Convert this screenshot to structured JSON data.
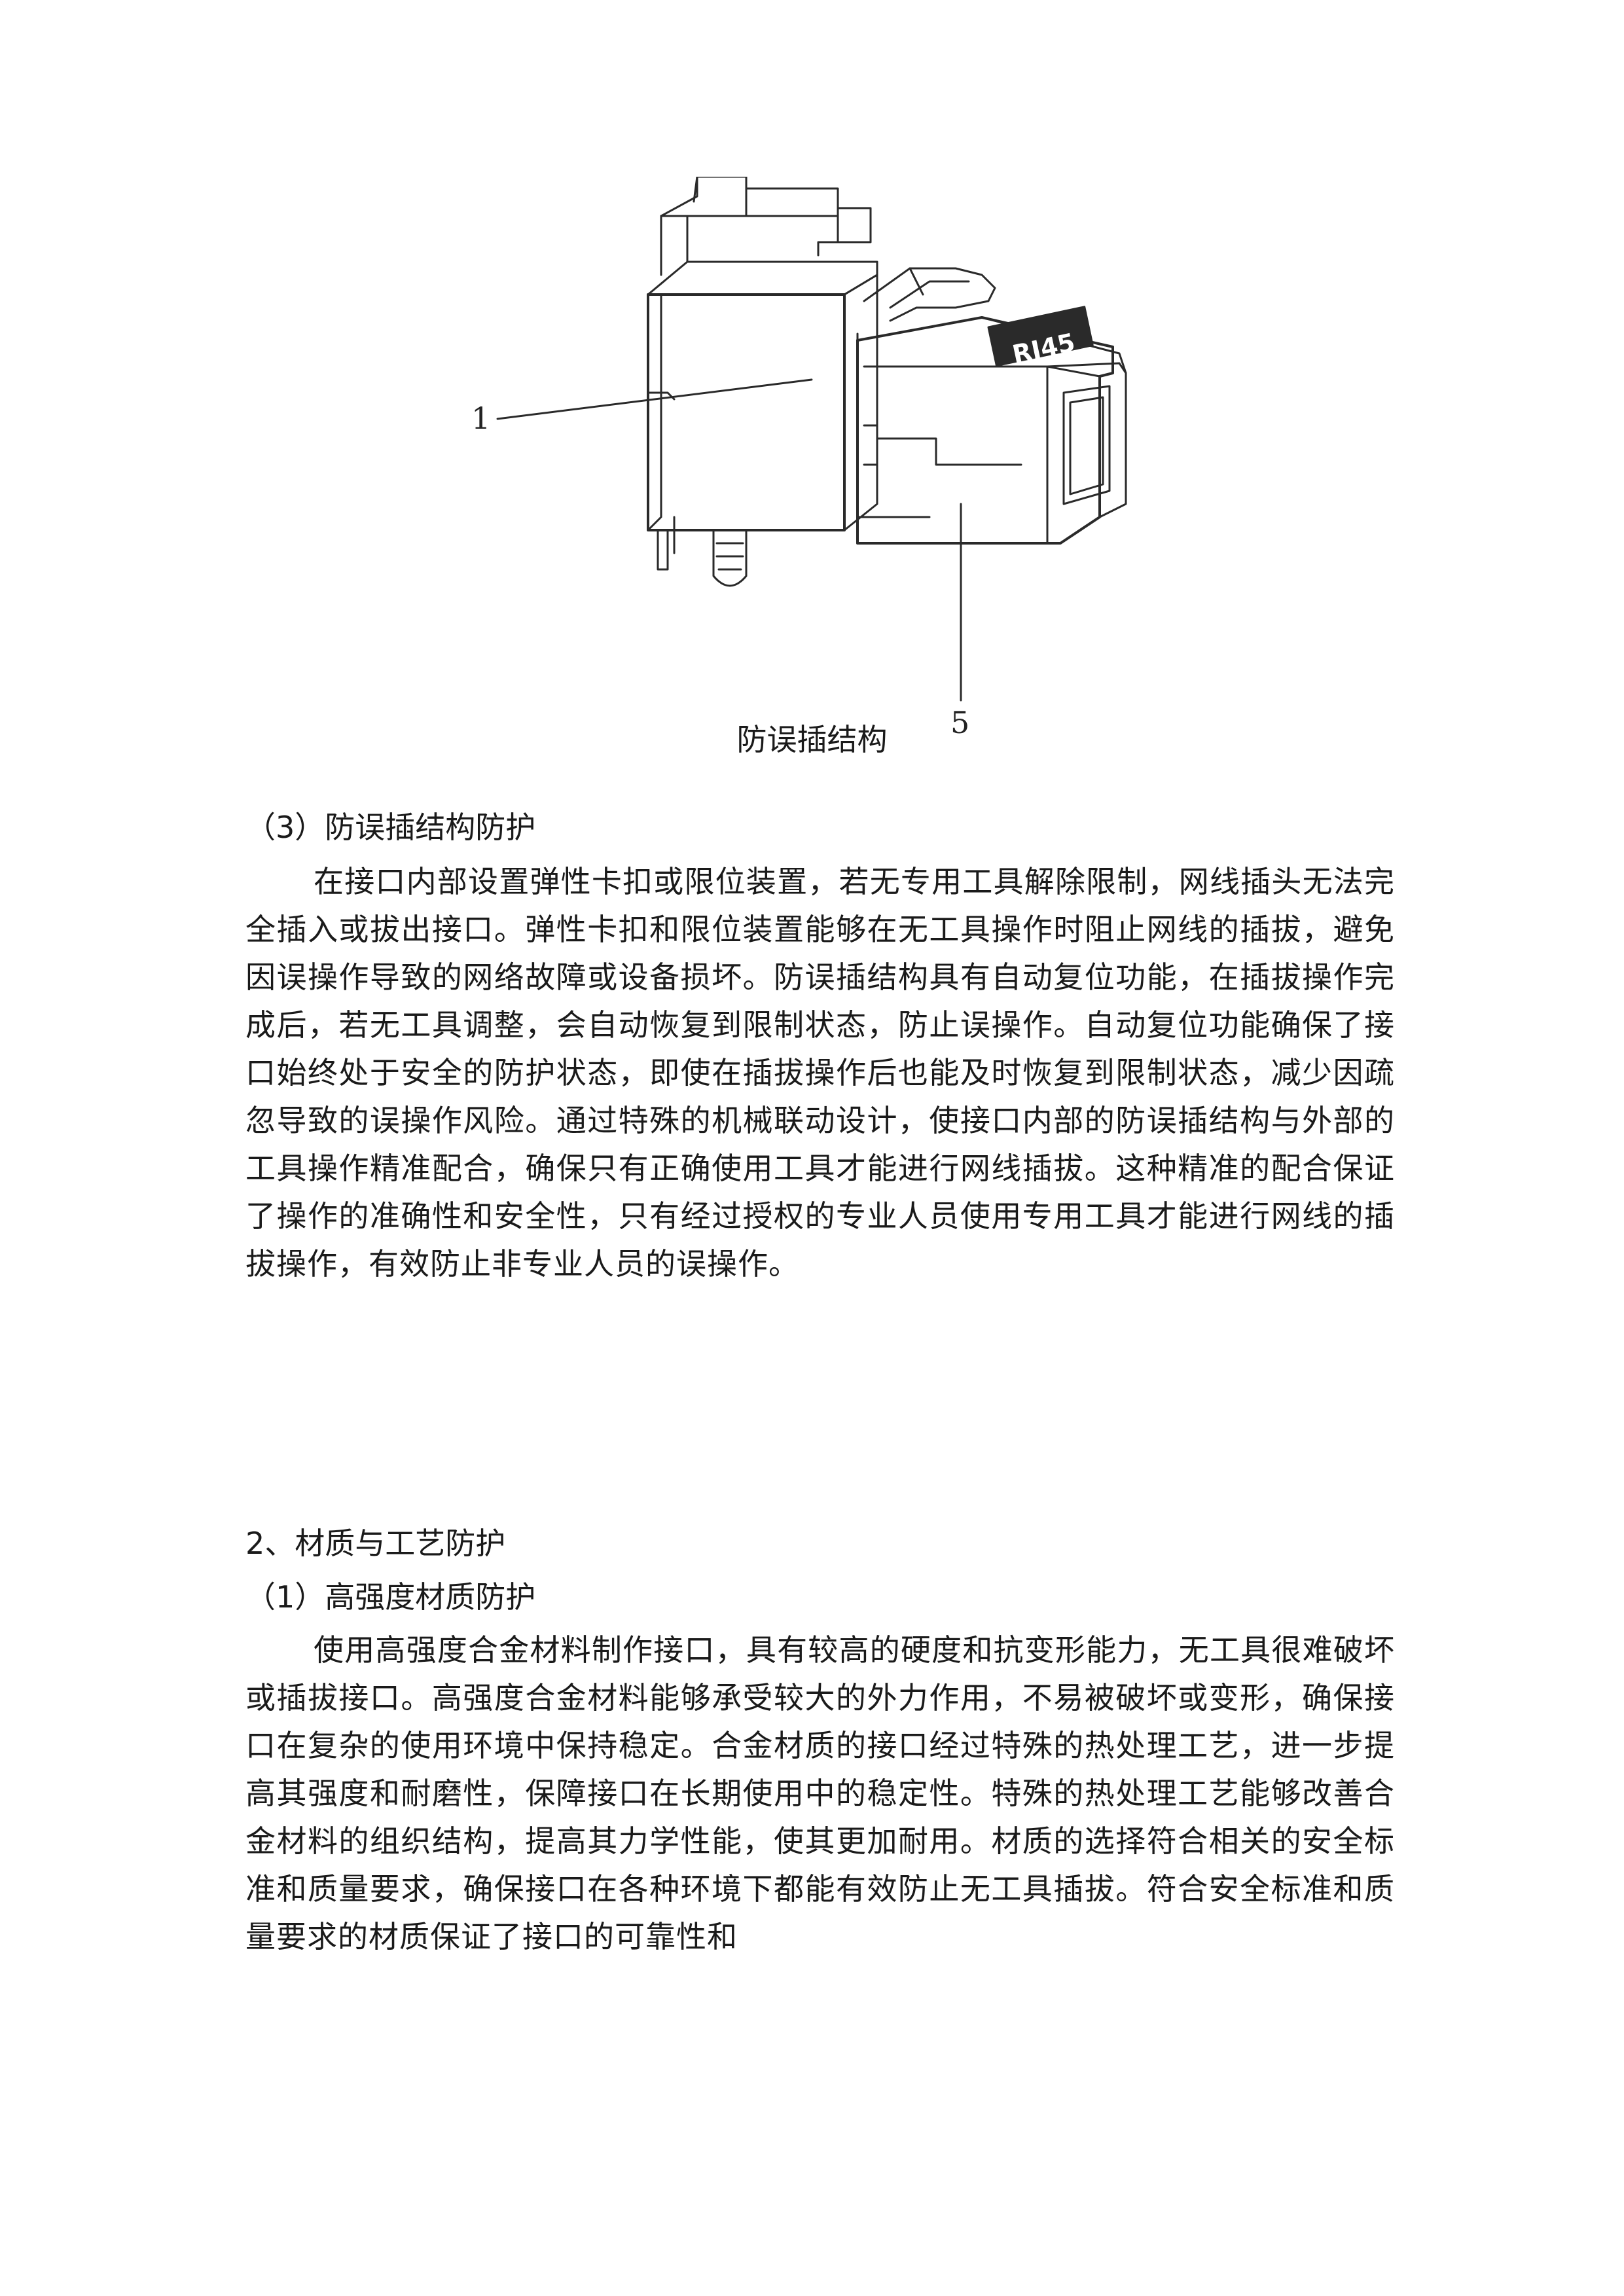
{
  "figure": {
    "caption": "防误插结构",
    "callouts": [
      "1",
      "5"
    ],
    "connector_label": "RJ45"
  },
  "section_3": {
    "heading": "（3）防误插结构防护",
    "paragraph": "在接口内部设置弹性卡扣或限位装置，若无专用工具解除限制，网线插头无法完全插入或拔出接口。弹性卡扣和限位装置能够在无工具操作时阻止网线的插拔，避免因误操作导致的网络故障或设备损坏。防误插结构具有自动复位功能，在插拔操作完成后，若无工具调整，会自动恢复到限制状态，防止误操作。自动复位功能确保了接口始终处于安全的防护状态，即使在插拔操作后也能及时恢复到限制状态，减少因疏忽导致的误操作风险。通过特殊的机械联动设计，使接口内部的防误插结构与外部的工具操作精准配合，确保只有正确使用工具才能进行网线插拔。这种精准的配合保证了操作的准确性和安全性，只有经过授权的专业人员使用专用工具才能进行网线的插拔操作，有效防止非专业人员的误操作。"
  },
  "section_2": {
    "heading": "2、材质与工艺防护",
    "sub_heading": "（1）高强度材质防护",
    "paragraph": "使用高强度合金材料制作接口，具有较高的硬度和抗变形能力，无工具很难破坏或插拔接口。高强度合金材料能够承受较大的外力作用，不易被破坏或变形，确保接口在复杂的使用环境中保持稳定。合金材质的接口经过特殊的热处理工艺，进一步提高其强度和耐磨性，保障接口在长期使用中的稳定性。特殊的热处理工艺能够改善合金材料的组织结构，提高其力学性能，使其更加耐用。材质的选择符合相关的安全标准和质量要求，确保接口在各种环境下都能有效防止无工具插拔。符合安全标准和质量要求的材质保证了接口的可靠性和"
  }
}
